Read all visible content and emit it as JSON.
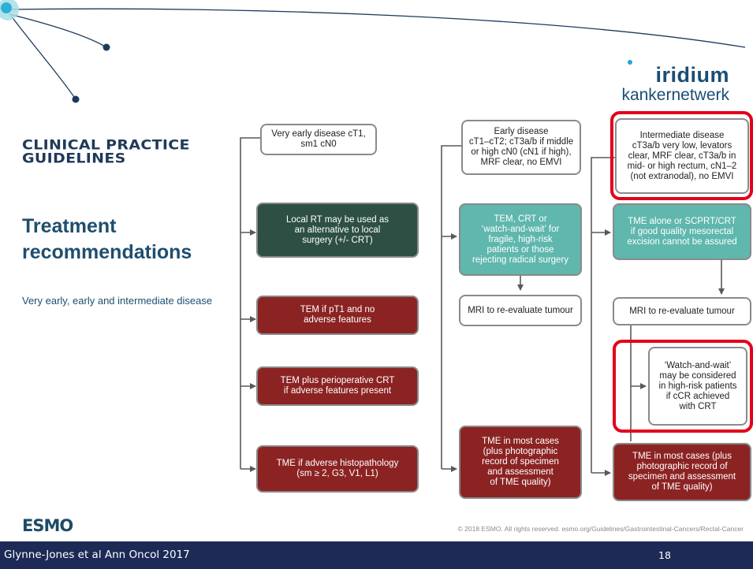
{
  "brand": {
    "line1": "iridium",
    "line2": "kankernetwerk"
  },
  "sidebar": {
    "guideline_title": "CLINICAL PRACTICE\nGUIDELINES",
    "heading": "Treatment\nrecommendations",
    "subtitle": "Very early, early and intermediate disease"
  },
  "diagram": {
    "very_early": {
      "header": "Very early disease cT1,\nsm1 cN0",
      "local_rt": "Local RT may be used as\nan alternative to local\nsurgery (+/- CRT)",
      "tem_pt1": "TEM if pT1 and no\nadverse features",
      "tem_crt": "TEM plus perioperative CRT\nif adverse features present",
      "tme_adverse": "TME if adverse histopathology\n(sm ≥ 2, G3, V1, L1)"
    },
    "early": {
      "header": "Early disease\ncT1–cT2; cT3a/b if middle\nor high cN0 (cN1 if high),\nMRF clear, no EMVI",
      "tem_options": "TEM, CRT or\n‘watch-and-wait’ for\nfragile, high-risk\npatients or those\nrejecting radical surgery",
      "mri": "MRI to re-evaluate tumour",
      "tme": "TME in most cases\n(plus photographic\nrecord of specimen\nand assessment\nof TME quality)"
    },
    "intermediate": {
      "header": "Intermediate disease\ncT3a/b very low, levators\nclear, MRF clear, cT3a/b in\nmid- or high rectum, cN1–2\n(not extranodal), no EMVI",
      "tme_alone": "TME alone or SCPRT/CRT\nif good quality mesorectal\nexcision cannot be assured",
      "mri": "MRI to re-evaluate tumour",
      "watch_wait": "‘Watch-and-wait’\nmay be considered\nin high-risk patients\nif cCR achieved\nwith CRT",
      "tme": "TME in most cases (plus\nphotographic record of\nspecimen and assessment\nof TME quality)"
    }
  },
  "esmo_logo": "ESMO",
  "copyright": "© 2018 ESMO. All rights reserved. esmo.org/Guidelines/Gastrointestinal-Cancers/Rectal-Cancer",
  "footer": {
    "citation": "Glynne-Jones et al Ann Oncol 2017",
    "page_number": "18"
  },
  "colors": {
    "dark_green": "#2d4f44",
    "teal": "#5fb7ad",
    "dark_red": "#8c2323",
    "highlight_red": "#e3001b",
    "footer_navy": "#1c2a55",
    "title_blue": "#1f4e6e"
  }
}
